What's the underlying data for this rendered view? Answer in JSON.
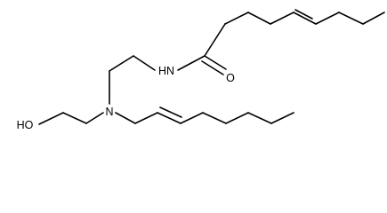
{
  "molecule": {
    "atoms": {
      "amide_nitrogen": "HN",
      "carbonyl_oxygen": "O",
      "tertiary_nitrogen": "N",
      "hydroxyl": "HO"
    }
  },
  "colors": {
    "bond": "#000000",
    "background": "#ffffff"
  }
}
